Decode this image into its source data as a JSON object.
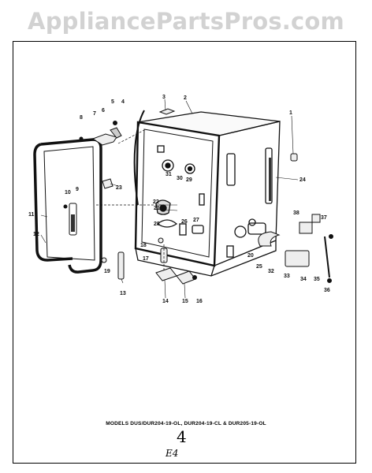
{
  "watermark": "AppliancePartsPros.com",
  "caption": "MODELS DUS/DUR204-19-OL, DUR204-19-CL & DUR205-19-OL",
  "page_number": "4",
  "page_code": "E4",
  "part_labels": [
    "1",
    "2",
    "3",
    "4",
    "5",
    "6",
    "7",
    "8",
    "9",
    "10",
    "11",
    "12",
    "13",
    "14",
    "15",
    "16",
    "17",
    "18",
    "19",
    "20",
    "21",
    "22",
    "23",
    "24",
    "25",
    "26",
    "27",
    "28",
    "29",
    "30",
    "31",
    "32",
    "33",
    "34",
    "35",
    "36",
    "37",
    "38"
  ]
}
